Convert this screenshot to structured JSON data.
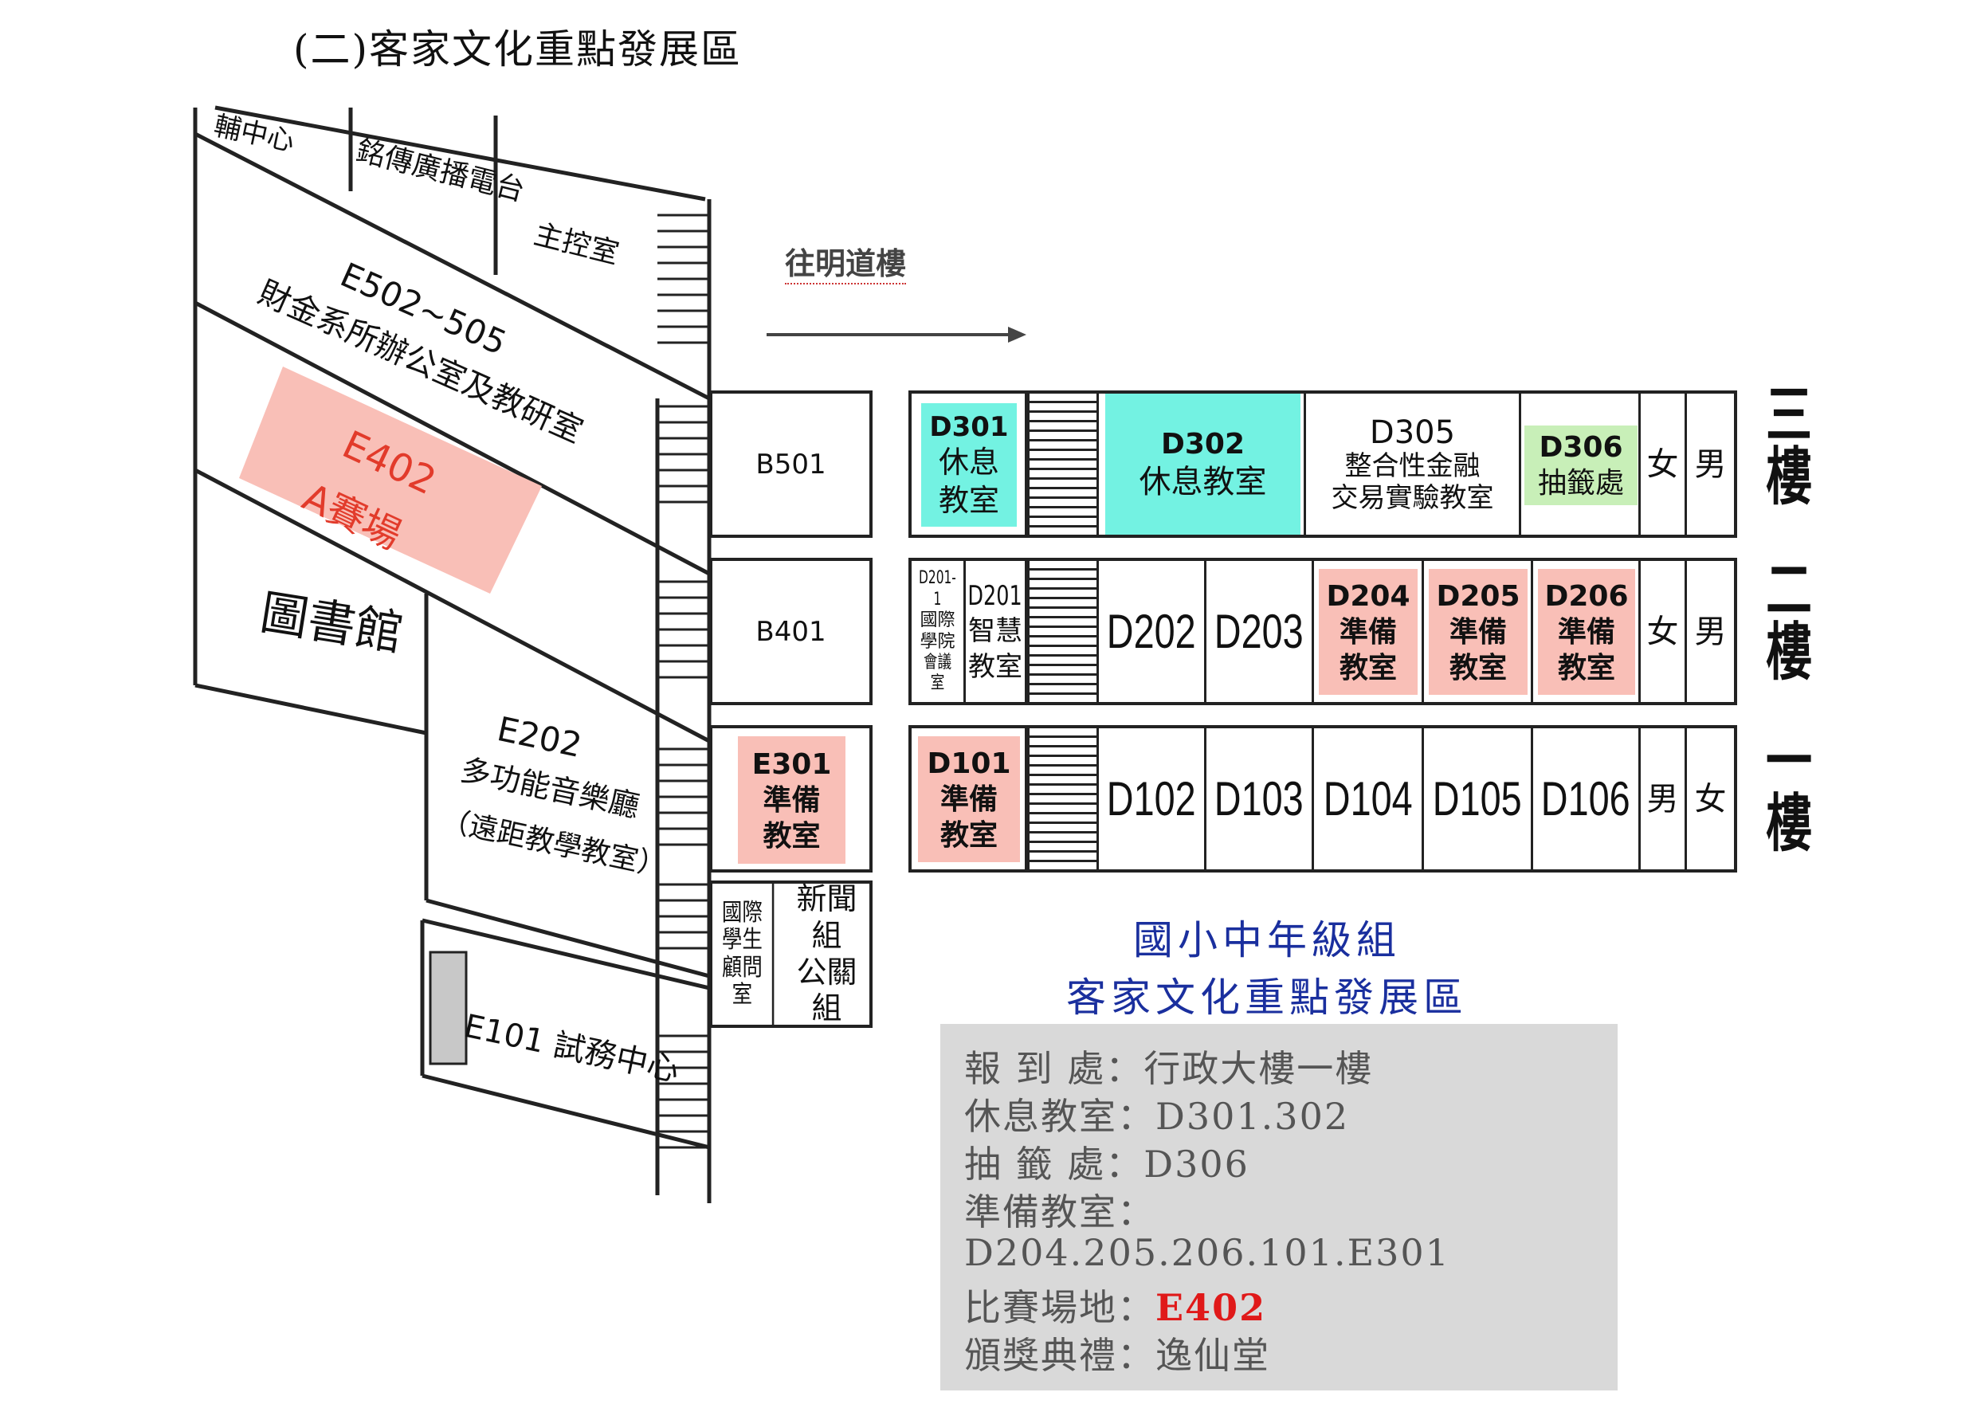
{
  "title": "(二)客家文化重點發展區",
  "arrow_label": "往明道樓",
  "left_building": {
    "r1_a": "輔中心",
    "r1_b": "銘傳廣播電台",
    "r1_c": "主控室",
    "e502": "E502~505",
    "e502_desc": "財金系所辦公室及教研室",
    "e402_code": "E402",
    "e402_name": "A賽場",
    "library": "圖書館",
    "e202_code": "E202",
    "e202_desc": "多功能音樂廳",
    "e202_note": "（遠距教學教室）",
    "e101": "E101 試務中心"
  },
  "b_column": {
    "b501": "B501",
    "b401": "B401",
    "e301_code": "E301",
    "e301_l1": "準備",
    "e301_l2": "教室",
    "intl_l1": "國際",
    "intl_l2": "學生",
    "intl_l3": "顧問室",
    "news_l1": "新聞組",
    "news_l2": "公關組"
  },
  "floor3": {
    "d301_code": "D301",
    "d301_l1": "休息",
    "d301_l2": "教室",
    "d302_code": "D302",
    "d302_name": "休息教室",
    "d305_code": "D305",
    "d305_l1": "整合性金融",
    "d305_l2": "交易實驗教室",
    "d306_code": "D306",
    "d306_name": "抽籤處",
    "female": "女",
    "male": "男",
    "label_1": "三",
    "label_2": "樓"
  },
  "floor2": {
    "d2011_code": "D201-1",
    "d2011_l1": "國際",
    "d2011_l2": "學院",
    "d2011_l3": "會議室",
    "d201_code": "D201",
    "d201_l1": "智慧",
    "d201_l2": "教室",
    "d202": "D202",
    "d203": "D203",
    "d204_code": "D204",
    "d204_l1": "準備",
    "d204_l2": "教室",
    "d205_code": "D205",
    "d205_l1": "準備",
    "d205_l2": "教室",
    "d206_code": "D206",
    "d206_l1": "準備",
    "d206_l2": "教室",
    "female": "女",
    "male": "男",
    "label_1": "二",
    "label_2": "樓"
  },
  "floor1": {
    "d101_code": "D101",
    "d101_l1": "準備",
    "d101_l2": "教室",
    "d102": "D102",
    "d103": "D103",
    "d104": "D104",
    "d105": "D105",
    "d106": "D106",
    "male": "男",
    "female": "女",
    "label_1": "一",
    "label_2": "樓"
  },
  "caption": {
    "line1": "國小中年級組",
    "line2": "客家文化重點發展區"
  },
  "info": {
    "checkin_label": "報 到 處：",
    "checkin_value": "行政大樓一樓",
    "rest_label": "休息教室：",
    "rest_value": "D301.302",
    "draw_label": "抽 籤 處：",
    "draw_value": "D306",
    "prep_label": "準備教室：",
    "prep_value": "D204.205.206.101.E301",
    "venue_label": "比賽場地：",
    "venue_value": "E402",
    "award_label": "頒獎典禮：",
    "award_value": "逸仙堂"
  },
  "colors": {
    "teal": "#73f2e2",
    "pink": "#f9bfb7",
    "green": "#c8efb8",
    "caption_blue": "#1a2f9e",
    "venue_red": "#e01919",
    "info_bg": "#d9d9d9"
  }
}
